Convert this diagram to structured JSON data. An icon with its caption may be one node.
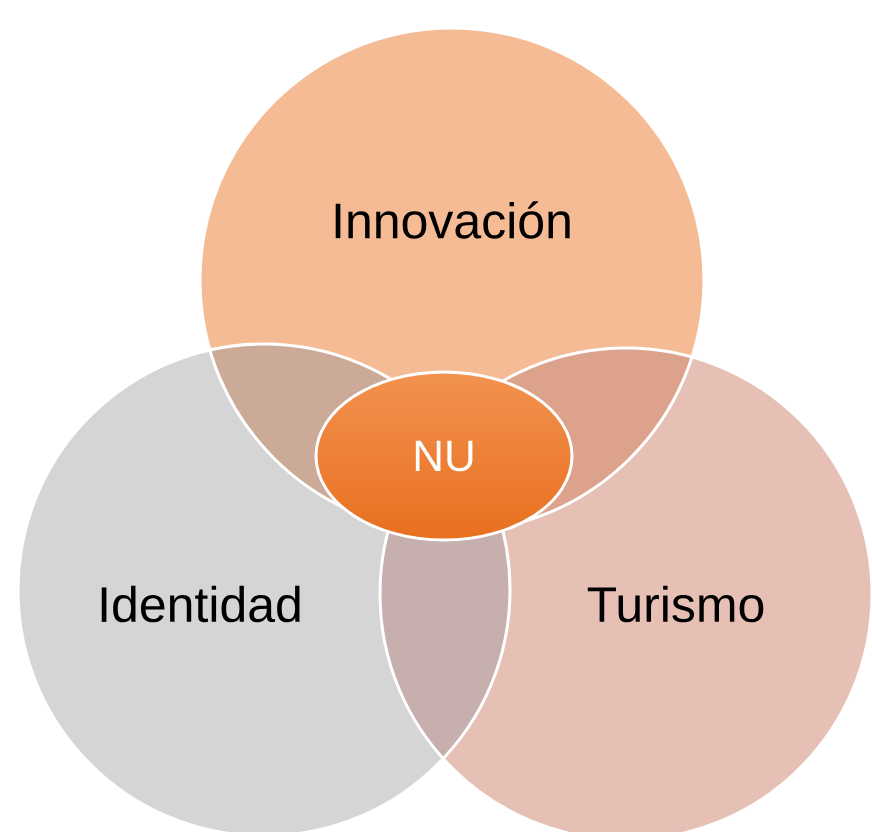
{
  "diagram": {
    "nodes": [
      {
        "text": [
          "Innovación"
        ]
      },
      {
        "text": [
          "Identidad"
        ]
      },
      {
        "text": [
          "Turismo"
        ]
      },
      {
        "text": [
          "NU"
        ]
      }
    ]
  }
}
